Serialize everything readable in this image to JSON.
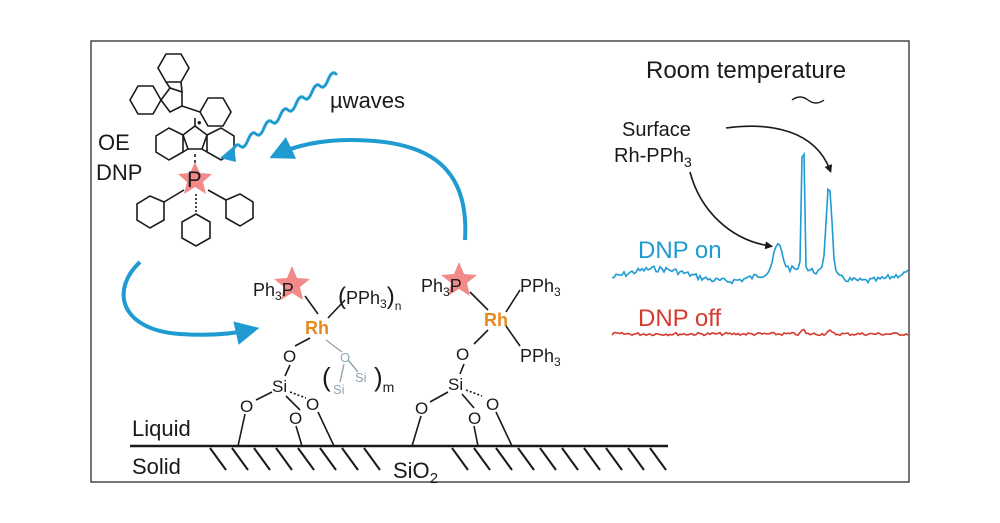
{
  "colors": {
    "frame": "#1a1a1a",
    "arrow_blue": "#1f9bd1",
    "rhodium_orange": "#e8891e",
    "phosphorus_star": "#f28a8a",
    "silica_grey": "#8fa6b3",
    "spectrum_on": "#1f9bd1",
    "spectrum_off": "#d63a2f"
  },
  "labels": {
    "oe": "OE",
    "dnp": "DNP",
    "microwaves": "µwaves",
    "liquid": "Liquid",
    "solid": "Solid",
    "sio2_main": "SiO",
    "sio2_sub": "2"
  },
  "molecule_left": {
    "ph3p_main": "Ph",
    "ph3p_sub": "3",
    "ph3p_p": "P",
    "rh": "Rh",
    "pph3_open": "(",
    "pph3_main": "PPh",
    "pph3_sub": "3",
    "pph3_close": ")",
    "pph3_n": "n",
    "o_top": "O",
    "si": "Si",
    "o_left": "O",
    "o_mid": "O",
    "o_right": "O",
    "loop_open": "(",
    "loop_o": "O",
    "loop_si1": "Si",
    "loop_si2": "Si",
    "loop_close": ")",
    "loop_m": "m"
  },
  "molecule_right": {
    "ph3p_main": "Ph",
    "ph3p_sub": "3",
    "ph3p_p": "P",
    "rh": "Rh",
    "pph3_top_main": "PPh",
    "pph3_top_sub": "3",
    "pph3_bottom_main": "PPh",
    "pph3_bottom_sub": "3",
    "o_top": "O",
    "si": "Si",
    "o_left": "O",
    "o_mid": "O",
    "o_right": "O"
  },
  "spectrum": {
    "title": "Room temperature",
    "surface_line1": "Surface",
    "surface_line2_main": "Rh-PPh",
    "surface_line2_sub": "3",
    "dnp_on": "DNP on",
    "dnp_off": "DNP off"
  },
  "radical": {
    "phosphorus": "P",
    "dot": "•"
  }
}
